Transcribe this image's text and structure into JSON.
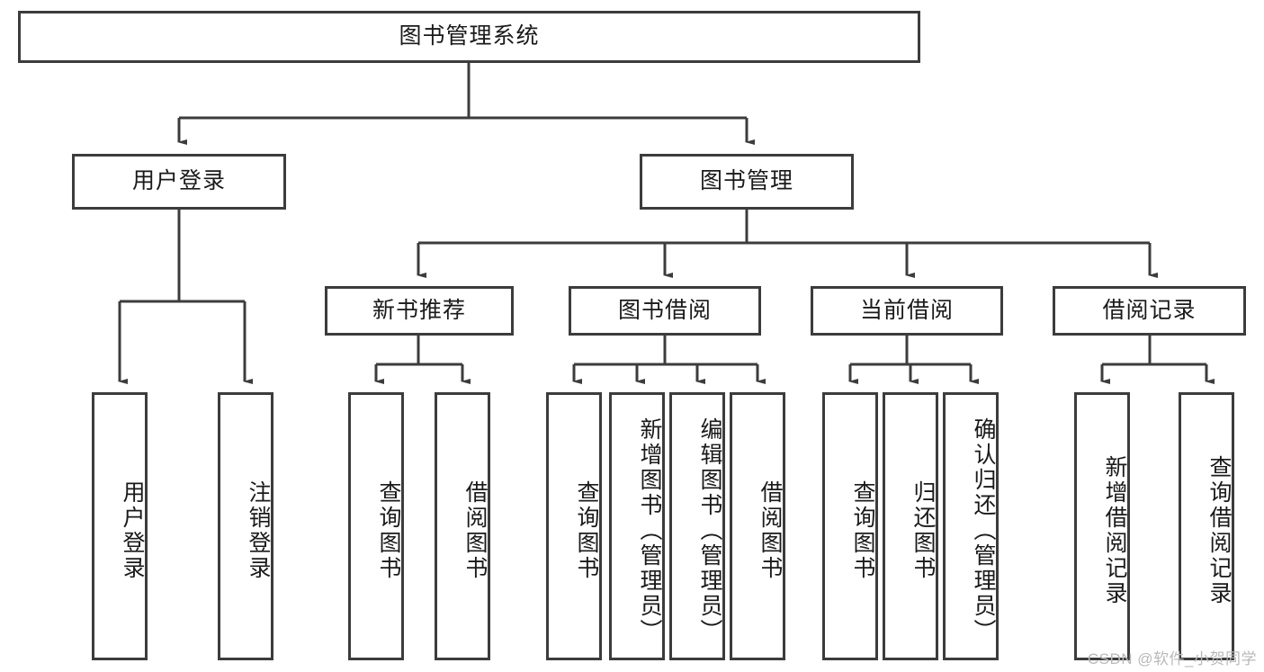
{
  "diagram": {
    "title": "图书管理系统",
    "type": "tree-hierarchy-chart",
    "root": {
      "id": "root",
      "label": "图书管理系统"
    },
    "level2": [
      {
        "id": "user-login",
        "label": "用户登录"
      },
      {
        "id": "book-manage",
        "label": "图书管理"
      }
    ],
    "level3": [
      {
        "id": "new-book-recommend",
        "label": "新书推荐"
      },
      {
        "id": "book-borrow",
        "label": "图书借阅"
      },
      {
        "id": "current-borrow",
        "label": "当前借阅"
      },
      {
        "id": "borrow-record",
        "label": "借阅记录"
      }
    ],
    "leaves": {
      "user_login": [
        {
          "id": "leaf-user-login",
          "label": "用户登录"
        },
        {
          "id": "leaf-logout-login",
          "label": "注销登录"
        }
      ],
      "new_book_recommend": [
        {
          "id": "leaf-query-book-1",
          "label": "查询图书"
        },
        {
          "id": "leaf-borrow-book-1",
          "label": "借阅图书"
        }
      ],
      "book_borrow": [
        {
          "id": "leaf-query-book-2",
          "label": "查询图书"
        },
        {
          "id": "leaf-add-book",
          "label": "新增图书（管理员）"
        },
        {
          "id": "leaf-edit-book",
          "label": "编辑图书（管理员）"
        },
        {
          "id": "leaf-borrow-book-2",
          "label": "借阅图书"
        }
      ],
      "current_borrow": [
        {
          "id": "leaf-query-book-3",
          "label": "查询图书"
        },
        {
          "id": "leaf-return-book",
          "label": "归还图书"
        },
        {
          "id": "leaf-confirm-return",
          "label": "确认归还（管理员）"
        }
      ],
      "borrow_record": [
        {
          "id": "leaf-add-record",
          "label": "新增借阅记录"
        },
        {
          "id": "leaf-query-record",
          "label": "查询借阅记录"
        }
      ]
    },
    "colors": {
      "stroke": "#3c3c3c",
      "fill": "#ffffff",
      "text": "#1a1a1a",
      "watermark": "#b9b9b9"
    }
  },
  "watermark": {
    "text": "CSDN @软件_小贺同学"
  }
}
